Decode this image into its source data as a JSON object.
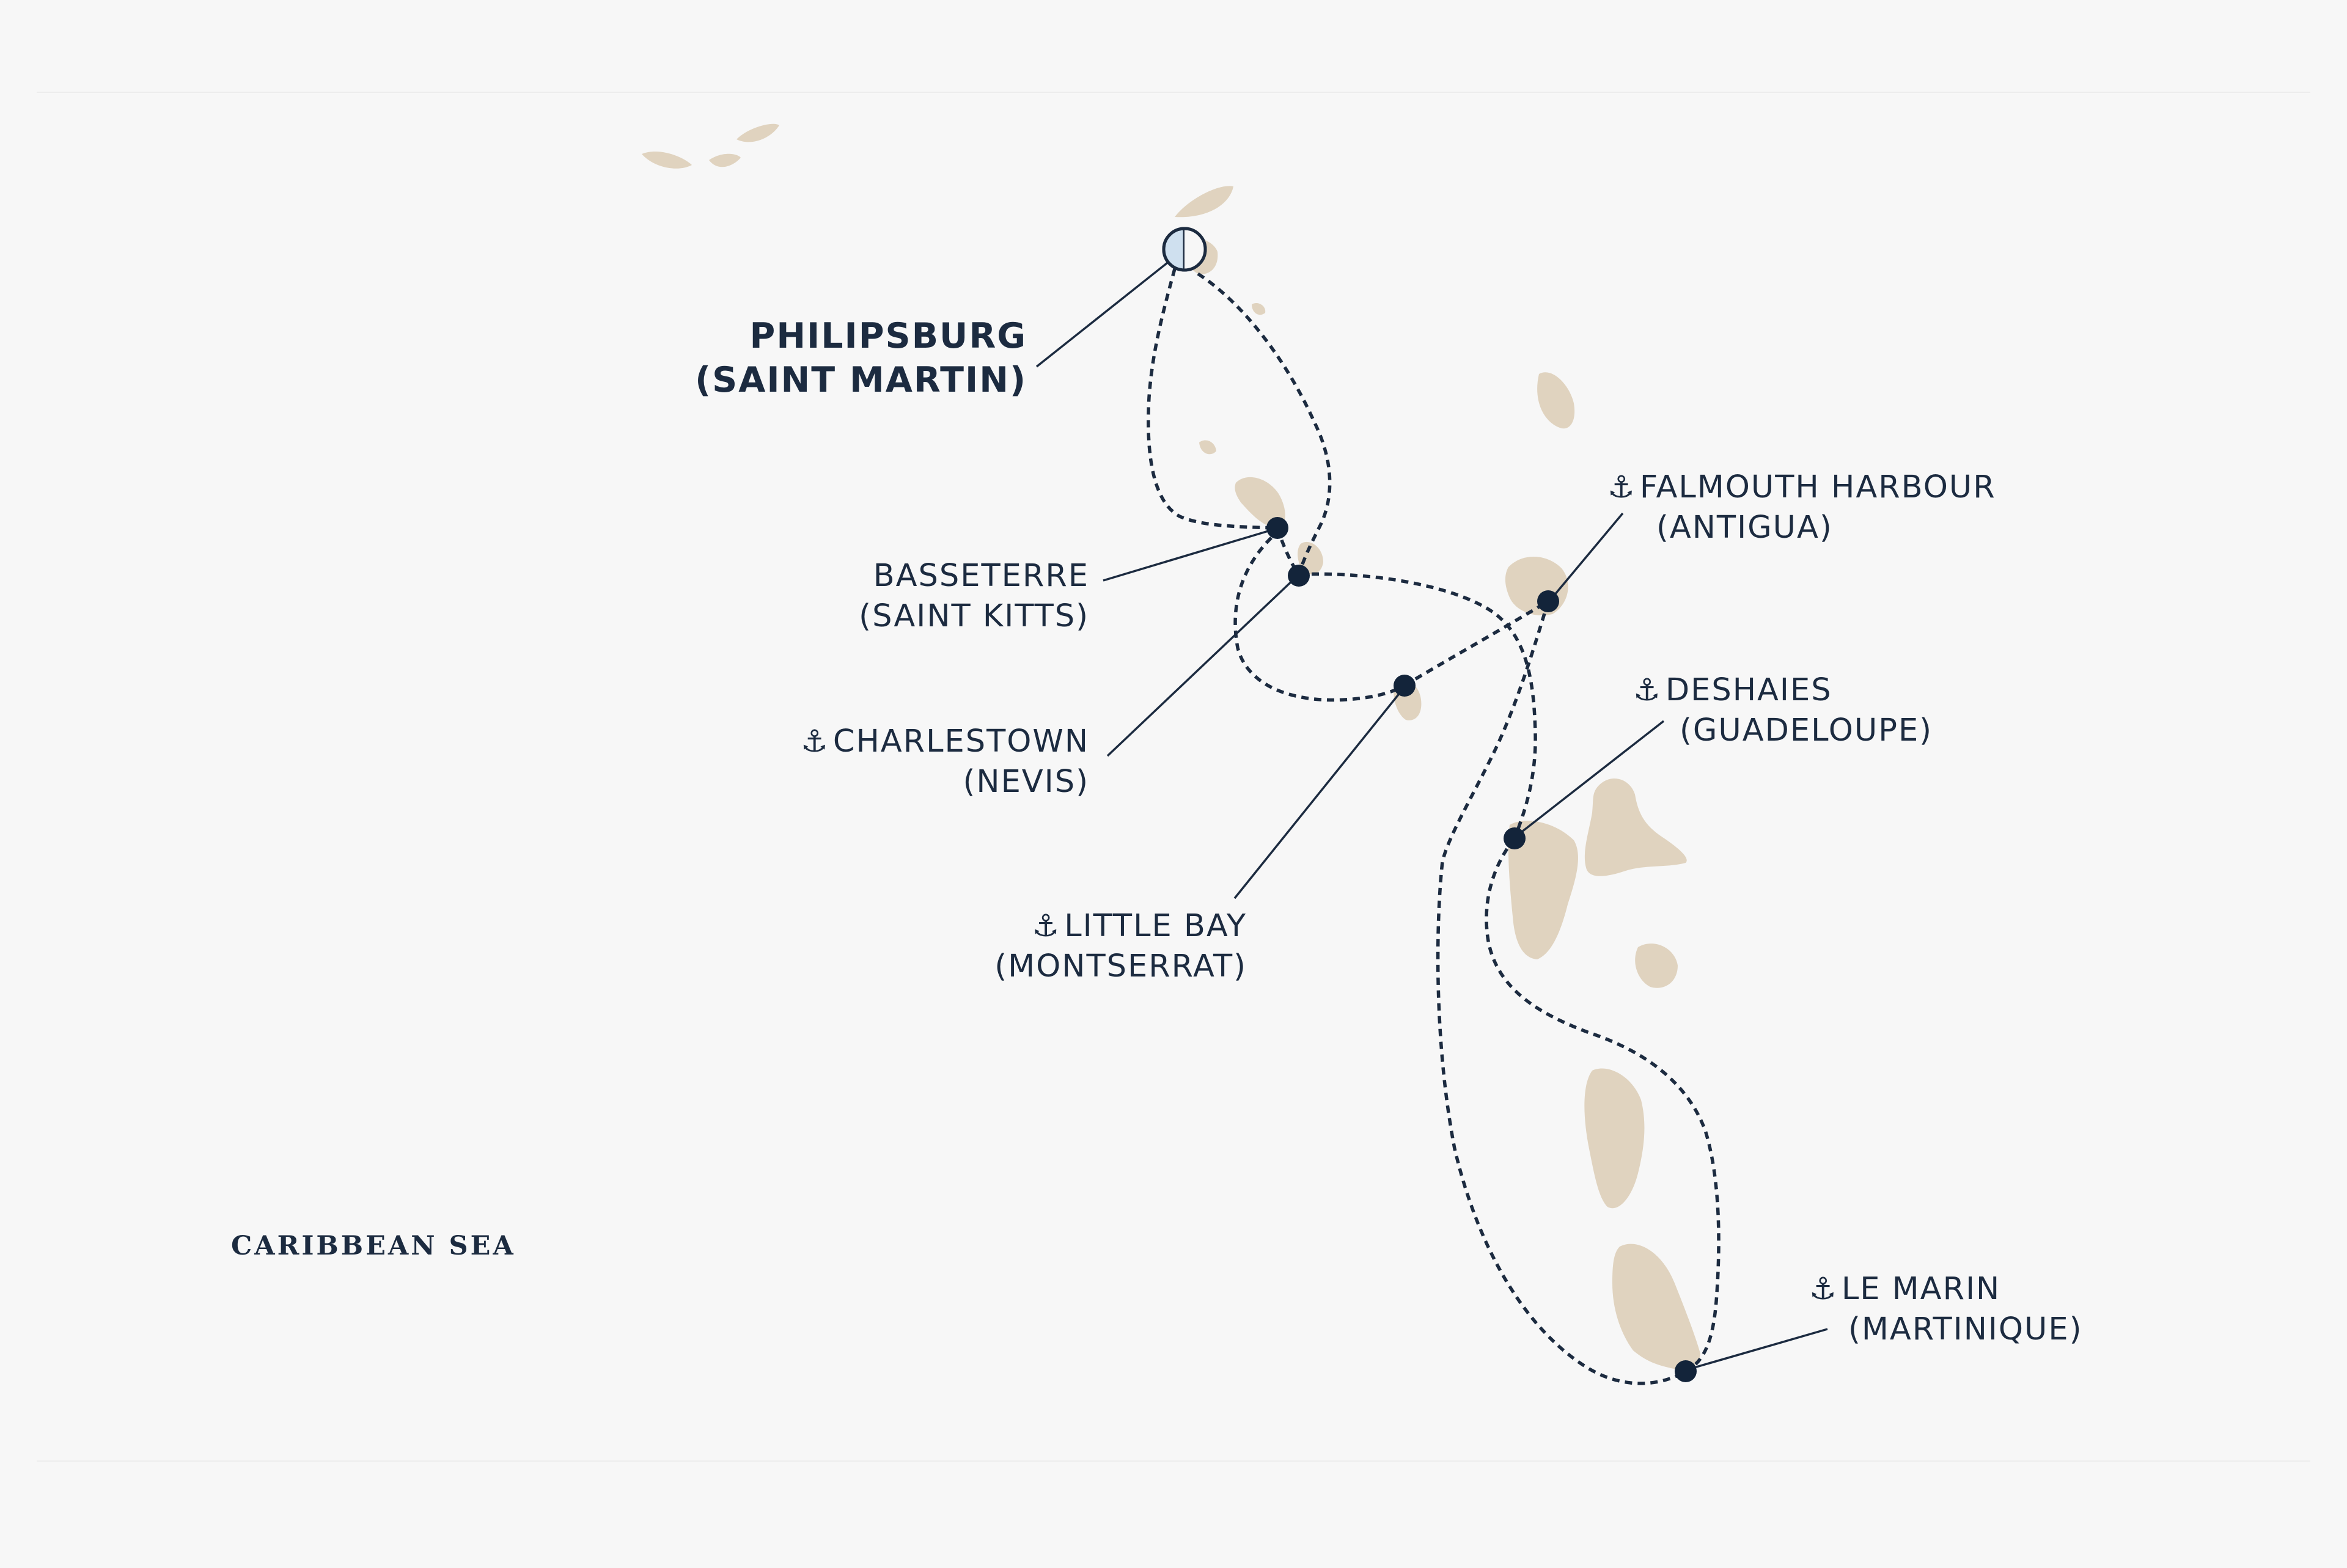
{
  "map": {
    "sea_label": "CARIBBEAN SEA",
    "colors": {
      "background": "#f7f7f7",
      "land": "#e0d3bf",
      "route": "#1c2b40",
      "start_marker_fill": "#cfe0ef"
    },
    "start_port": {
      "line1": "PHILIPSBURG",
      "line2": "(SAINT MARTIN)",
      "icon": "half-filled-circle-icon"
    },
    "ports": [
      {
        "id": "basseterre",
        "line1": "BASSETERRE",
        "line2": "(SAINT KITTS)",
        "anchor": false
      },
      {
        "id": "charlestown",
        "line1": "CHARLESTOWN",
        "line2": "(NEVIS)",
        "anchor": true
      },
      {
        "id": "little-bay",
        "line1": "LITTLE BAY",
        "line2": "(MONTSERRAT)",
        "anchor": true
      },
      {
        "id": "falmouth",
        "line1": "FALMOUTH HARBOUR",
        "line2": "(ANTIGUA)",
        "anchor": true
      },
      {
        "id": "deshaies",
        "line1": "DESHAIES",
        "line2": "(GUADELOUPE)",
        "anchor": true
      },
      {
        "id": "le-marin",
        "line1": "LE MARIN",
        "line2": "(MARTINIQUE)",
        "anchor": true
      }
    ],
    "anchor_glyph": "⚓"
  }
}
